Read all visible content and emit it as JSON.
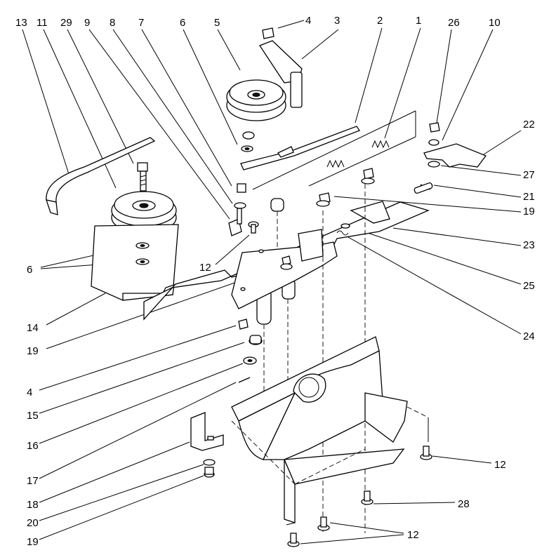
{
  "diagram": {
    "labels": [
      {
        "id": "l13",
        "text": "13"
      },
      {
        "id": "l11",
        "text": "11"
      },
      {
        "id": "l29",
        "text": "29"
      },
      {
        "id": "l9",
        "text": "9"
      },
      {
        "id": "l8",
        "text": "8"
      },
      {
        "id": "l7",
        "text": "7"
      },
      {
        "id": "l6a",
        "text": "6"
      },
      {
        "id": "l5",
        "text": "5"
      },
      {
        "id": "l4a",
        "text": "4"
      },
      {
        "id": "l3",
        "text": "3"
      },
      {
        "id": "l2",
        "text": "2"
      },
      {
        "id": "l1",
        "text": "1"
      },
      {
        "id": "l26",
        "text": "26"
      },
      {
        "id": "l10",
        "text": "10"
      },
      {
        "id": "l22",
        "text": "22"
      },
      {
        "id": "l27",
        "text": "27"
      },
      {
        "id": "l21",
        "text": "21"
      },
      {
        "id": "l19a",
        "text": "19"
      },
      {
        "id": "l23",
        "text": "23"
      },
      {
        "id": "l25",
        "text": "25"
      },
      {
        "id": "l24",
        "text": "24"
      },
      {
        "id": "l6b",
        "text": "6"
      },
      {
        "id": "l12a",
        "text": "12"
      },
      {
        "id": "l14",
        "text": "14"
      },
      {
        "id": "l19b",
        "text": "19"
      },
      {
        "id": "l4b",
        "text": "4"
      },
      {
        "id": "l15",
        "text": "15"
      },
      {
        "id": "l16",
        "text": "16"
      },
      {
        "id": "l17",
        "text": "17"
      },
      {
        "id": "l18",
        "text": "18"
      },
      {
        "id": "l20",
        "text": "20"
      },
      {
        "id": "l19c",
        "text": "19"
      },
      {
        "id": "l12b",
        "text": "12"
      },
      {
        "id": "l28",
        "text": "28"
      },
      {
        "id": "l12c",
        "text": "12"
      }
    ]
  }
}
